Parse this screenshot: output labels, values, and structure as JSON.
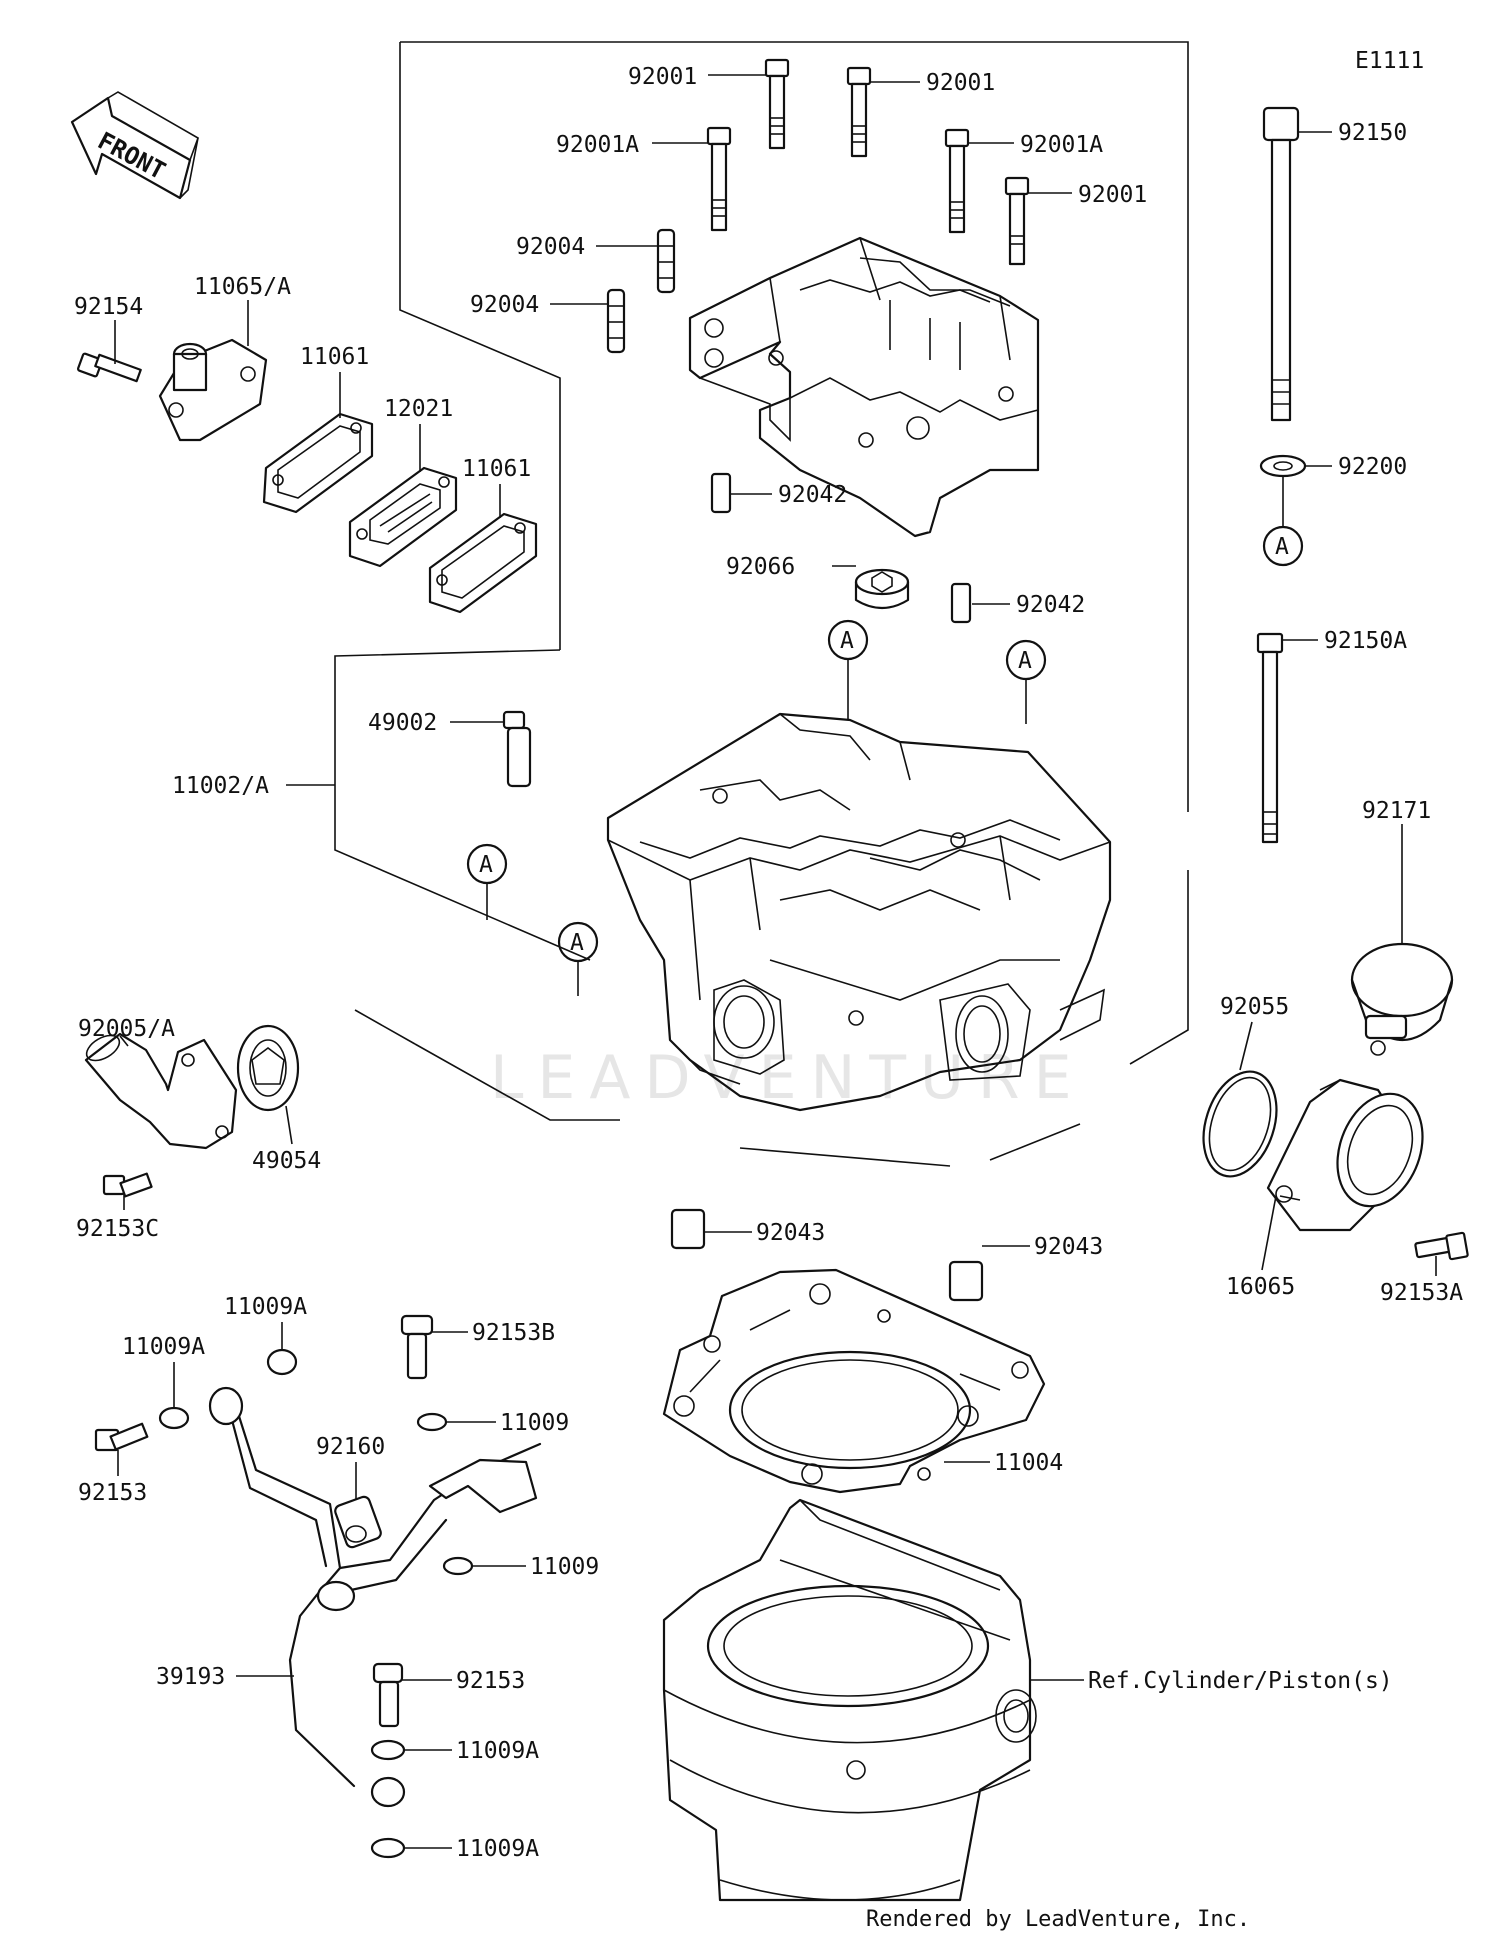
{
  "diagram_code": "E1111",
  "front_label": "FRONT",
  "reference_marker": "A",
  "watermark": "LEADVENTURE",
  "footer": "Rendered by LeadVenture, Inc.",
  "labels": {
    "p92001_a": "92001",
    "p92001_b": "92001",
    "p92001A_a": "92001A",
    "p92001A_b": "92001A",
    "p92001_c": "92001",
    "p92004_a": "92004",
    "p92004_b": "92004",
    "p92042_a": "92042",
    "p92042_b": "92042",
    "p92066": "92066",
    "p92150": "92150",
    "p92200": "92200",
    "p92150A": "92150A",
    "p92171": "92171",
    "p92055": "92055",
    "p16065": "16065",
    "p92153A": "92153A",
    "p92154": "92154",
    "p11065A": "11065/A",
    "p11061_a": "11061",
    "p12021": "12021",
    "p11061_b": "11061",
    "p49002": "49002",
    "p11002A": "11002/A",
    "p92005A": "92005/A",
    "p49054": "49054",
    "p92153C": "92153C",
    "p11009A_a": "11009A",
    "p11009A_b": "11009A",
    "p92153_a": "92153",
    "p92153B": "92153B",
    "p11009_a": "11009",
    "p92160": "92160",
    "p11009_b": "11009",
    "p39193": "39193",
    "p92153_b": "92153",
    "p11009A_c": "11009A",
    "p11009A_d": "11009A",
    "p92043_a": "92043",
    "p92043_b": "92043",
    "p11004": "11004",
    "ref_cylinder": "Ref.Cylinder/Piston(s)"
  }
}
